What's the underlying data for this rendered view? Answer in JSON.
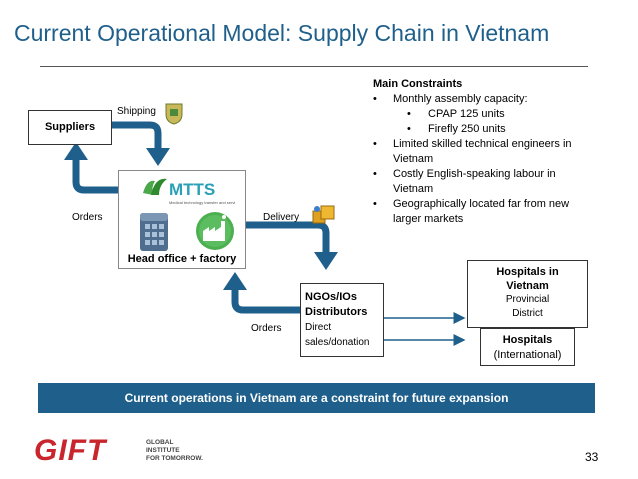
{
  "title": "Current Operational Model: Supply Chain in Vietnam",
  "nodes": {
    "suppliers": "Suppliers",
    "head_office": "Head office + factory",
    "ngos_title_1": "NGOs/IOs",
    "ngos_title_2": "Distributors",
    "ngos_sub_1": "Direct",
    "ngos_sub_2": "sales/donation",
    "hosp_vn_1": "Hospitals in",
    "hosp_vn_2": "Vietnam",
    "hosp_vn_sub_1": "Provincial",
    "hosp_vn_sub_2": "District",
    "hosp_int_1": "Hospitals",
    "hosp_int_2": "(International)"
  },
  "arrow_labels": {
    "shipping": "Shipping",
    "orders_left": "Orders",
    "delivery": "Delivery",
    "orders_bottom": "Orders"
  },
  "logo": {
    "text": "MTTS",
    "tagline": "Medical technology transfer and services"
  },
  "constraints": {
    "heading": "Main Constraints",
    "b1": "Monthly assembly capacity:",
    "b1_sub1": "CPAP 125 units",
    "b1_sub2": "Firefly 250 units",
    "b2_l1": "Limited skilled technical engineers in",
    "b2_l2": "Vietnam",
    "b3_l1": "Costly English-speaking labour in",
    "b3_l2": "Vietnam",
    "b4_l1": "Geographically located far from new",
    "b4_l2": "larger markets"
  },
  "banner": "Current operations in Vietnam are a constraint for future expansion",
  "footer": {
    "brand": "GIFT",
    "brand_tag_1": "GLOBAL",
    "brand_tag_2": "INSTITUTE",
    "brand_tag_3": "FOR TOMORROW.",
    "page": "33"
  },
  "colors": {
    "accent": "#1f5f8b",
    "arrow": "#1f5f8b",
    "gift_red": "#c8262c",
    "mtts_green": "#4aa84a"
  }
}
